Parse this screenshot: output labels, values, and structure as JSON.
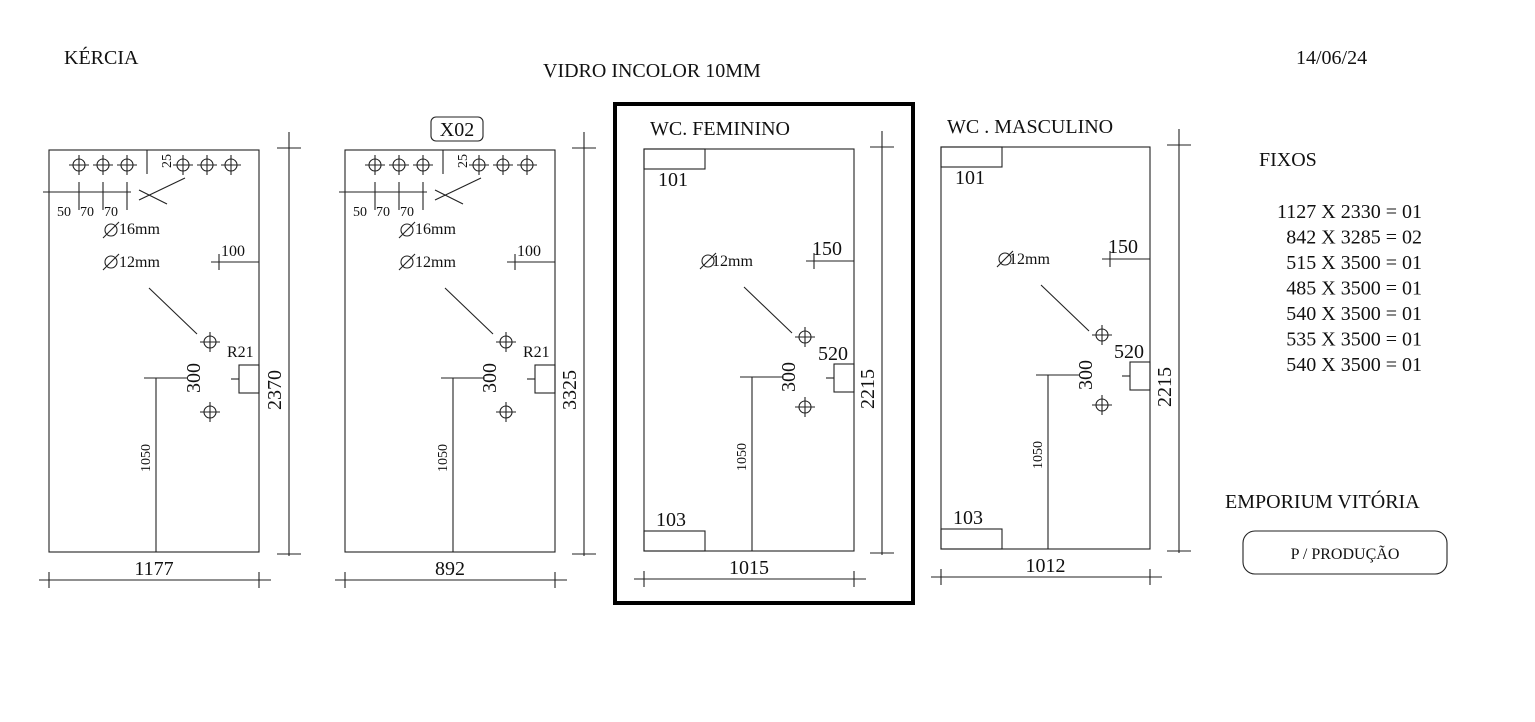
{
  "header": {
    "client": "KÉRCIA",
    "material": "VIDRO INCOLOR 10MM",
    "date": "14/06/24"
  },
  "panels": [
    {
      "label": "",
      "tag": "",
      "width": "1177",
      "height": "2370",
      "dim_100": "100",
      "dim_r": "R21",
      "dim_300": "300",
      "dim_1050": "1050",
      "hole16": "16mm",
      "hole12": "12mm",
      "spacing": [
        "50",
        "70",
        "70"
      ],
      "dim_25": "25",
      "corner_top": "",
      "corner_bottom": ""
    },
    {
      "label": "",
      "tag": "X02",
      "width": "892",
      "height": "3325",
      "dim_100": "100",
      "dim_r": "R21",
      "dim_300": "300",
      "dim_1050": "1050",
      "hole16": "16mm",
      "hole12": "12mm",
      "spacing": [
        "50",
        "70",
        "70"
      ],
      "dim_25": "25",
      "corner_top": "",
      "corner_bottom": ""
    },
    {
      "label": "WC. FEMININO",
      "tag": "",
      "width": "1015",
      "height": "2215",
      "dim_100": "150",
      "dim_r": "520",
      "dim_300": "300",
      "dim_1050": "1050",
      "hole16": "",
      "hole12": "12mm",
      "spacing": [],
      "dim_25": "",
      "corner_top": "101",
      "corner_bottom": "103"
    },
    {
      "label": "WC . MASCULINO",
      "tag": "",
      "width": "1012",
      "height": "2215",
      "dim_100": "150",
      "dim_r": "520",
      "dim_300": "300",
      "dim_1050": "1050",
      "hole16": "",
      "hole12": "12mm",
      "spacing": [],
      "dim_25": "",
      "corner_top": "101",
      "corner_bottom": "103"
    }
  ],
  "fixos": {
    "title": "FIXOS",
    "items": [
      "1127 X 2330 = 01",
      "842 X 3285 = 02",
      "515 X 3500 = 01",
      "485 X 3500 = 01",
      "540 X 3500 = 01",
      "535 X 3500 = 01",
      "540 X 3500 = 01"
    ]
  },
  "project": "EMPORIUM VITÓRIA",
  "stamp": "P / PRODUÇÃO"
}
